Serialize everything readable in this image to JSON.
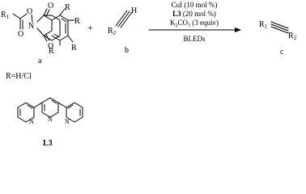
{
  "reactants": {
    "a": {
      "label": "a",
      "substituent_r1": "R",
      "substituent_r1_sub": "1",
      "ring_substituent": "R",
      "oxygen": "O",
      "nitrogen": "N"
    },
    "b": {
      "label": "b",
      "terminal_atom": "H",
      "substituent_r2": "R",
      "substituent_r2_sub": "2"
    }
  },
  "plus_sign": "+",
  "conditions": {
    "catalyst": "CuI (10 mol %)",
    "ligand_name": "L3",
    "ligand_amount": " (20 mol %)",
    "base_k": "K",
    "base_k_sub": "2",
    "base_co": "CO",
    "base_co_sub": "3",
    "base_equiv": " (3 equiv)",
    "light": "BLEDs"
  },
  "product": {
    "label": "c",
    "substituent_r1": "R",
    "substituent_r1_sub": "1",
    "substituent_r2": "R",
    "substituent_r2_sub": "2"
  },
  "r_definition": "R=H/Cl",
  "ligand": {
    "label": "L3",
    "ring_atom": "N"
  }
}
